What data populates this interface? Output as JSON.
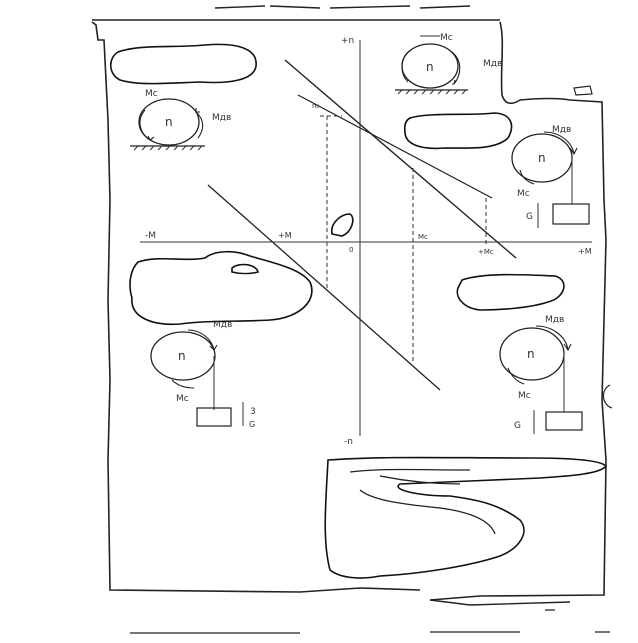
{
  "axes": {
    "speed_up": "+n",
    "speed_down": "-n",
    "torque_right": "+M",
    "torque_left": "-M",
    "origin": "0",
    "no_load_speed": "n₀",
    "torque_mark_left": "+M",
    "torque_mark_right": "+Mc",
    "torque_mark_mid": "Mc"
  },
  "quadrant_1": {
    "moment_load": "Mc",
    "moment_drive": "Mдв",
    "speed": "n"
  },
  "quadrant_2": {
    "moment_load": "Mc",
    "moment_drive": "Mдв",
    "speed": "n"
  },
  "quadrant_3": {
    "moment_drive": "Mдв",
    "moment_load": "Mc",
    "speed": "n",
    "weight": "G"
  },
  "quadrant_4": {
    "moment_drive": "Mдв",
    "moment_load": "Mc",
    "speed": "n",
    "weight": "G"
  },
  "quadrant_5": {
    "moment_drive": "Mдв",
    "moment_load": "Mc",
    "speed": "n",
    "weight": "G",
    "weight_index": "3"
  },
  "colors": {
    "ink": "#222222",
    "paper": "#ffffff"
  }
}
